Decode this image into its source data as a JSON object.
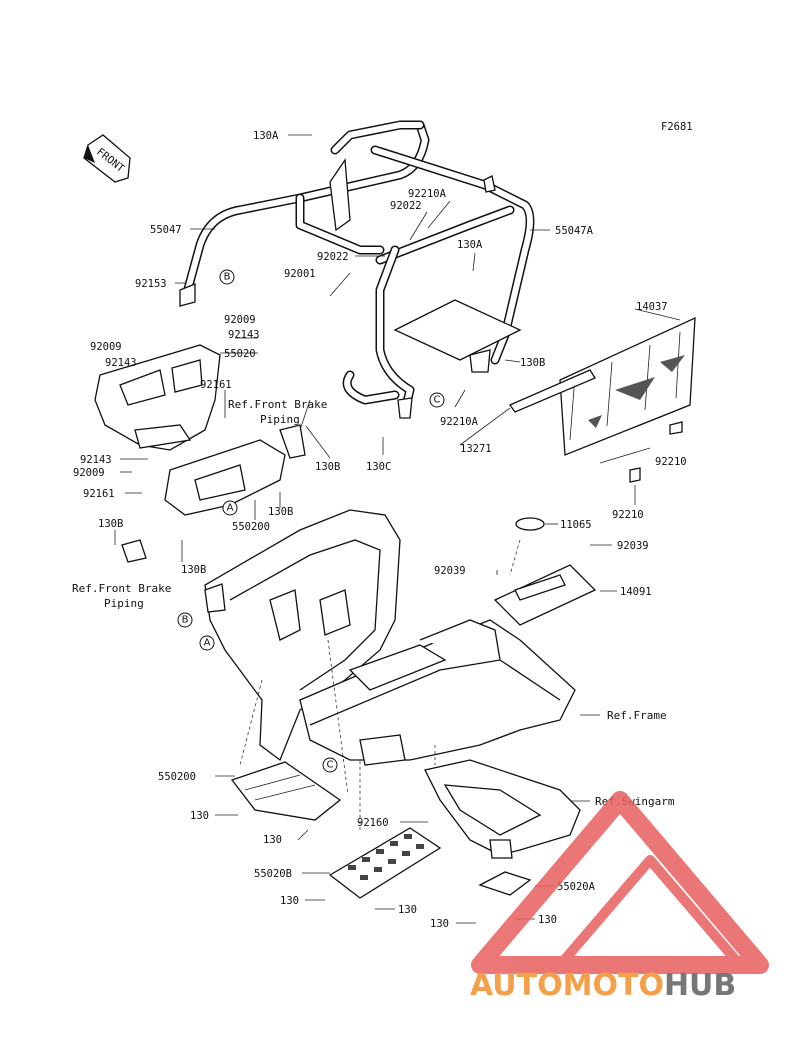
{
  "figure_code": "F2681",
  "front_label": "FRONT",
  "callouts": [
    "130A",
    "55047",
    "92153",
    "92009",
    "92143",
    "92143",
    "55020",
    "92161",
    "92009",
    "92143",
    "92009",
    "92161",
    "130B",
    "130B",
    "92210A",
    "92022",
    "55047A",
    "92022",
    "92001",
    "130A",
    "14037",
    "130B",
    "92210A",
    "130C",
    "13271",
    "92210",
    "92210",
    "130B",
    "550200",
    "130B",
    "11065",
    "92039",
    "92039",
    "14091",
    "550200",
    "130",
    "130",
    "92160",
    "55020B",
    "130",
    "130",
    "55020A",
    "130",
    "130"
  ],
  "refs": {
    "front_brake_top": "Ref.Front Brake\nPiping",
    "front_brake_bottom": "Ref.Front Brake\nPiping",
    "frame": "Ref.Frame",
    "swingarm": "Ref.Swingarm"
  },
  "circle_letters": [
    "B",
    "A",
    "B",
    "A",
    "C",
    "C"
  ],
  "watermark": {
    "part1": "AUTOMOTO",
    "part2": "HUB",
    "color1": "#f4a04a",
    "color2": "#777777",
    "triangle_color": "#e85f5f"
  }
}
